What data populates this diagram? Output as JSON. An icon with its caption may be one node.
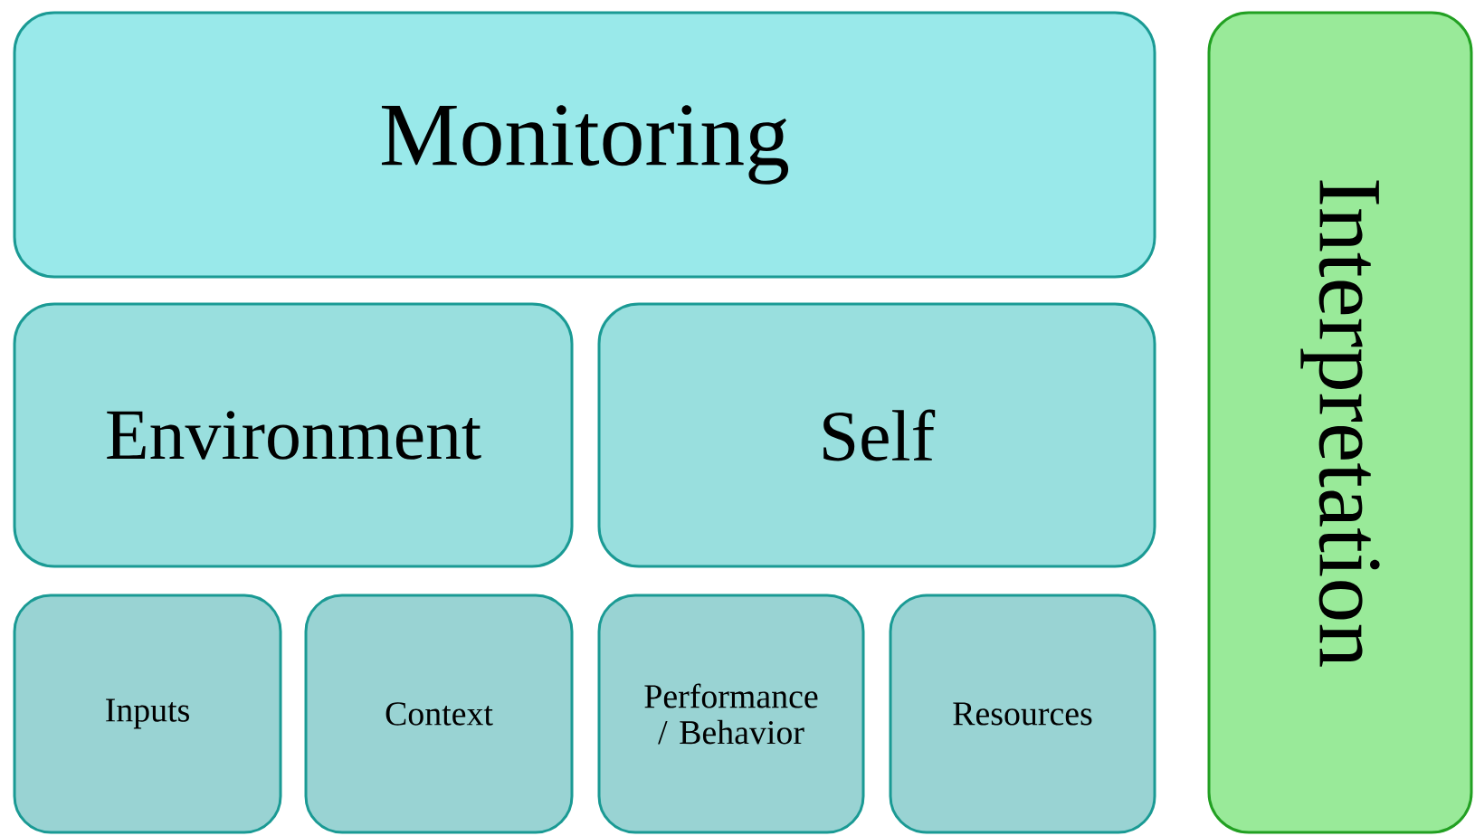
{
  "diagram": {
    "nodes": [
      {
        "text": [
          "Monitoring"
        ]
      },
      {
        "text": [
          "Environment"
        ]
      },
      {
        "text": [
          "Self"
        ]
      },
      {
        "text": [
          "Inputs"
        ]
      },
      {
        "text": [
          "Context"
        ]
      },
      {
        "text": [
          "Performance / Behavior"
        ]
      },
      {
        "text": [
          "Resources"
        ]
      },
      {
        "text": [
          "Interpretation"
        ]
      }
    ]
  }
}
